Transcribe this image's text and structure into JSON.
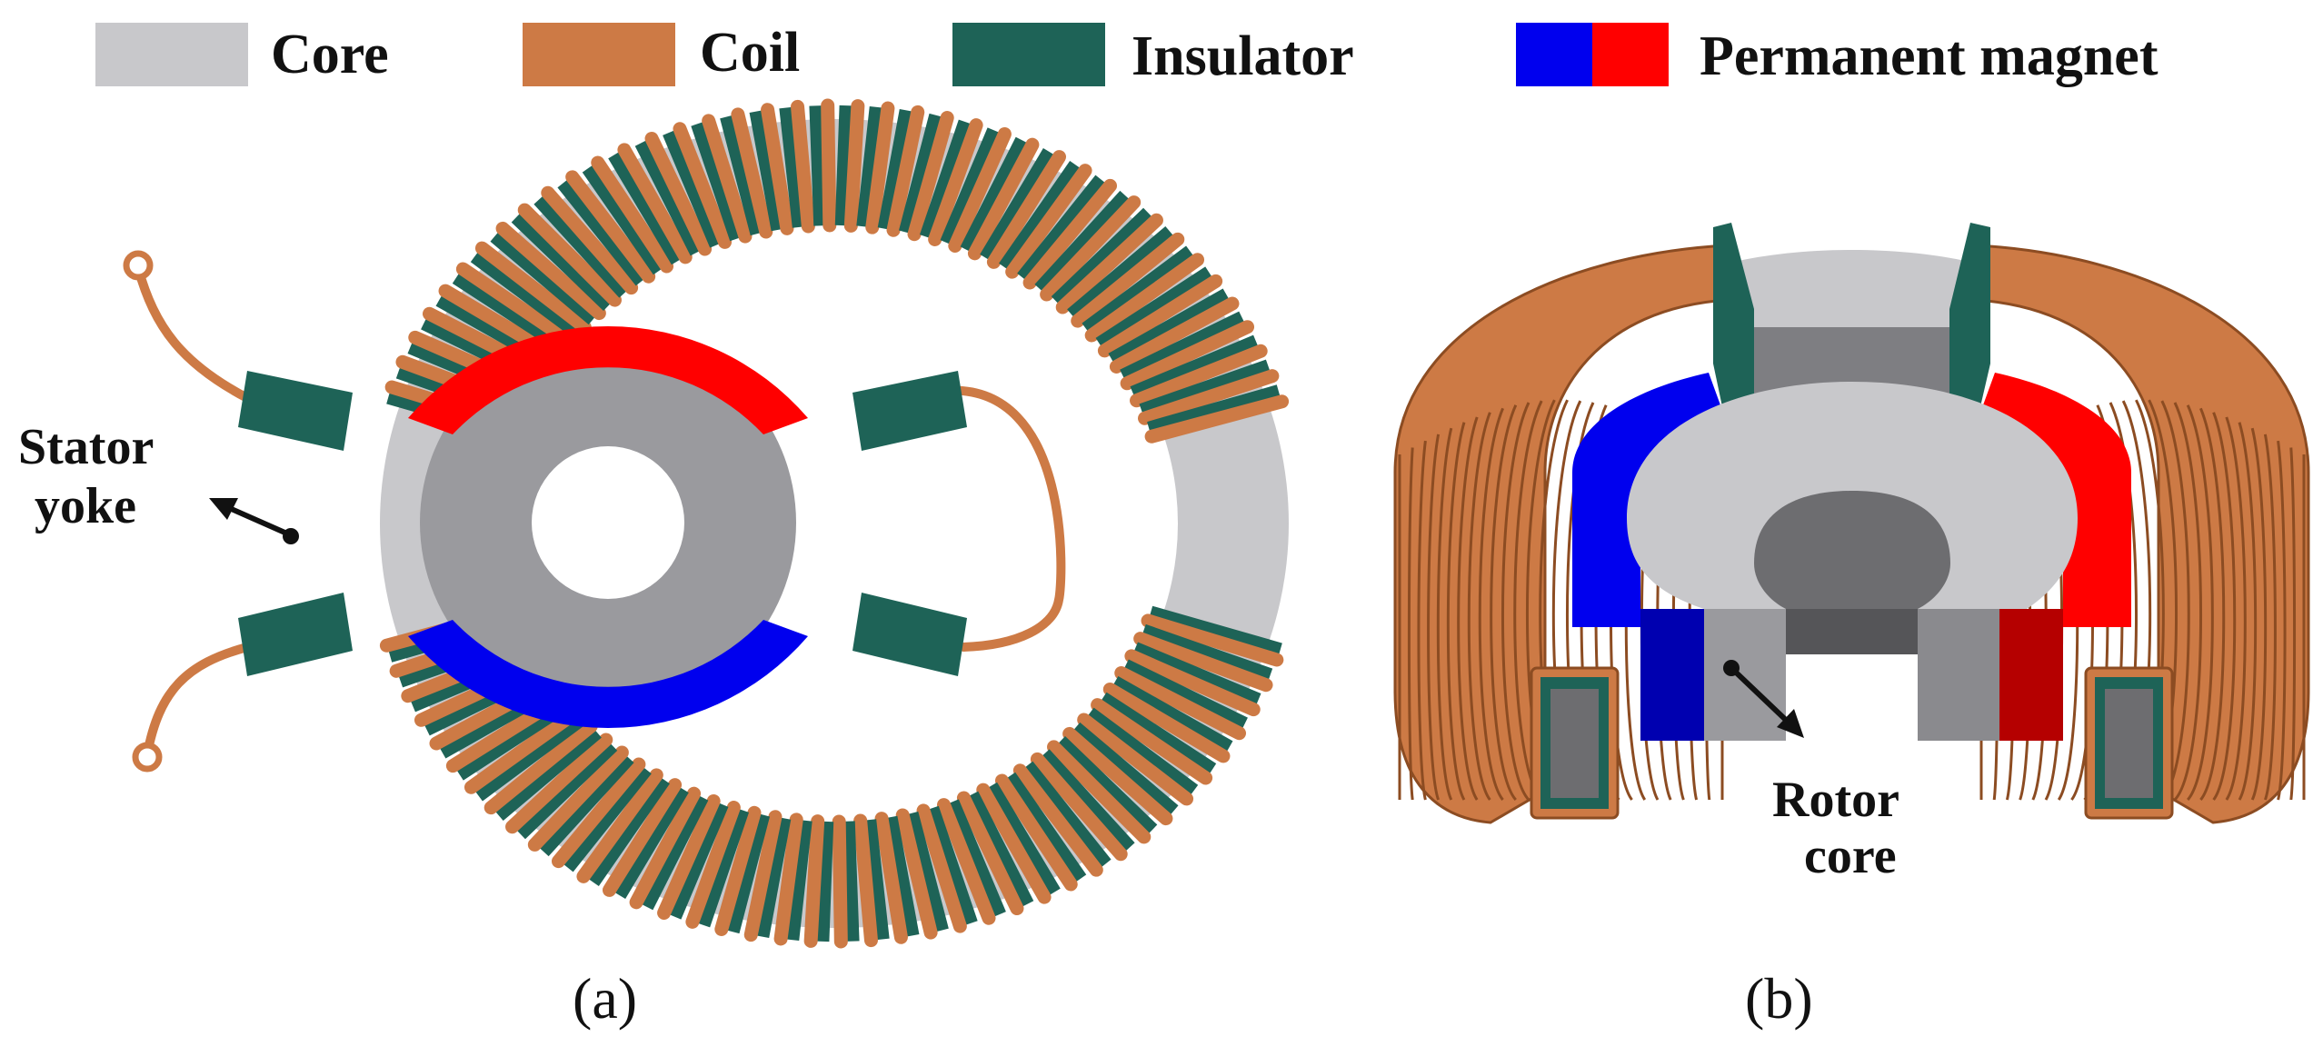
{
  "legend": {
    "core": "Core",
    "coil": "Coil",
    "insulator": "Insulator",
    "magnet": "Permanent magnet"
  },
  "annotations": {
    "stator_line1": "Stator",
    "stator_line2": "yoke",
    "rotor_line1": "Rotor",
    "rotor_line2": "core"
  },
  "captions": {
    "a": "(a)",
    "b": "(b)"
  },
  "colors": {
    "core_light": "#c8c8cb",
    "core_dark": "#9a9a9e",
    "core_shadow": "#6d6d70",
    "coil": "#cd7a45",
    "coil_edge": "#8c4c22",
    "insulator": "#1e6357",
    "magnet_blue": "#0000ee",
    "magnet_red": "#ff0000"
  }
}
